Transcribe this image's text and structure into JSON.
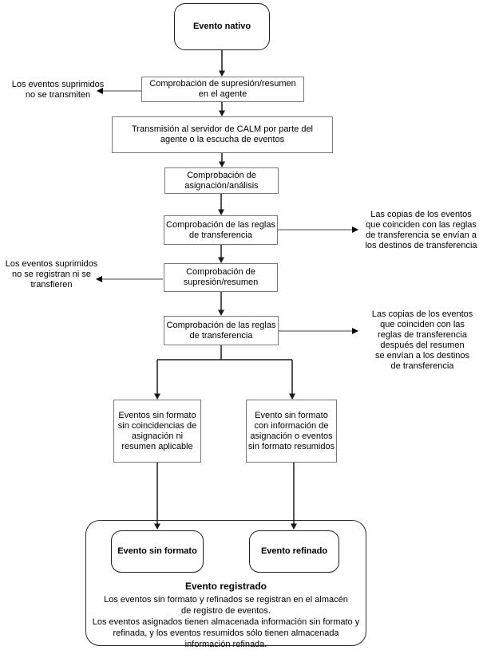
{
  "diagram": {
    "nodes": {
      "evento_nativo": {
        "label": "Evento nativo"
      },
      "supresion_agente": {
        "label": "Comprobación de supresión/resumen\nen el agente"
      },
      "transmision": {
        "label": "Transmisión al servidor de CALM por parte del\nagente o la escucha de eventos"
      },
      "asignacion": {
        "label": "Comprobación de\nasignación/análisis"
      },
      "reglas_transferencia_1": {
        "label": "Comprobación de las reglas\nde transferencia"
      },
      "supresion_resumen": {
        "label": "Comprobación de\nsupresión/resumen"
      },
      "reglas_transferencia_2": {
        "label": "Comprobación de las reglas\nde transferencia"
      },
      "sin_coincidencias": {
        "label": "Eventos sin formato\nsin coincidencias de\nasignación ni\nresumen aplicable"
      },
      "con_informacion": {
        "label": "Evento sin formato\ncon información de\nasignación o eventos\nsin formato resumidos"
      },
      "evento_sin_formato": {
        "label": "Evento sin formato"
      },
      "evento_refinado": {
        "label": "Evento refinado"
      }
    },
    "annotations": {
      "left1": "Los eventos suprimidos\nno se transmiten",
      "left2": "Los eventos suprimidos\nno se registran ni se\ntransfieren",
      "right1": "Las copias de los eventos\nque coinciden con las reglas\nde transferencia se envían a\nlos destinos de transferencia",
      "right2": "Las copias de los eventos\nque coinciden con las\nreglas de transferencia\ndespués del resumen\nse envían a los destinos\nde transferencia"
    },
    "registry": {
      "title": "Evento registrado",
      "body": "Los eventos sin formato y refinados se registran en el almacén\nde registro de eventos.\nLos eventos asignados tienen almacenada información sin formato y\nrefinada, y los eventos resumidos sólo tienen almacenada\ninformación refinada."
    },
    "colors": {
      "flow_line": "#1a1a1a",
      "side_line": "#808080",
      "rect_border": "#7a7a7a",
      "round_border": "#1f1f1f",
      "text": "#000000",
      "background": "#ffffff"
    }
  }
}
